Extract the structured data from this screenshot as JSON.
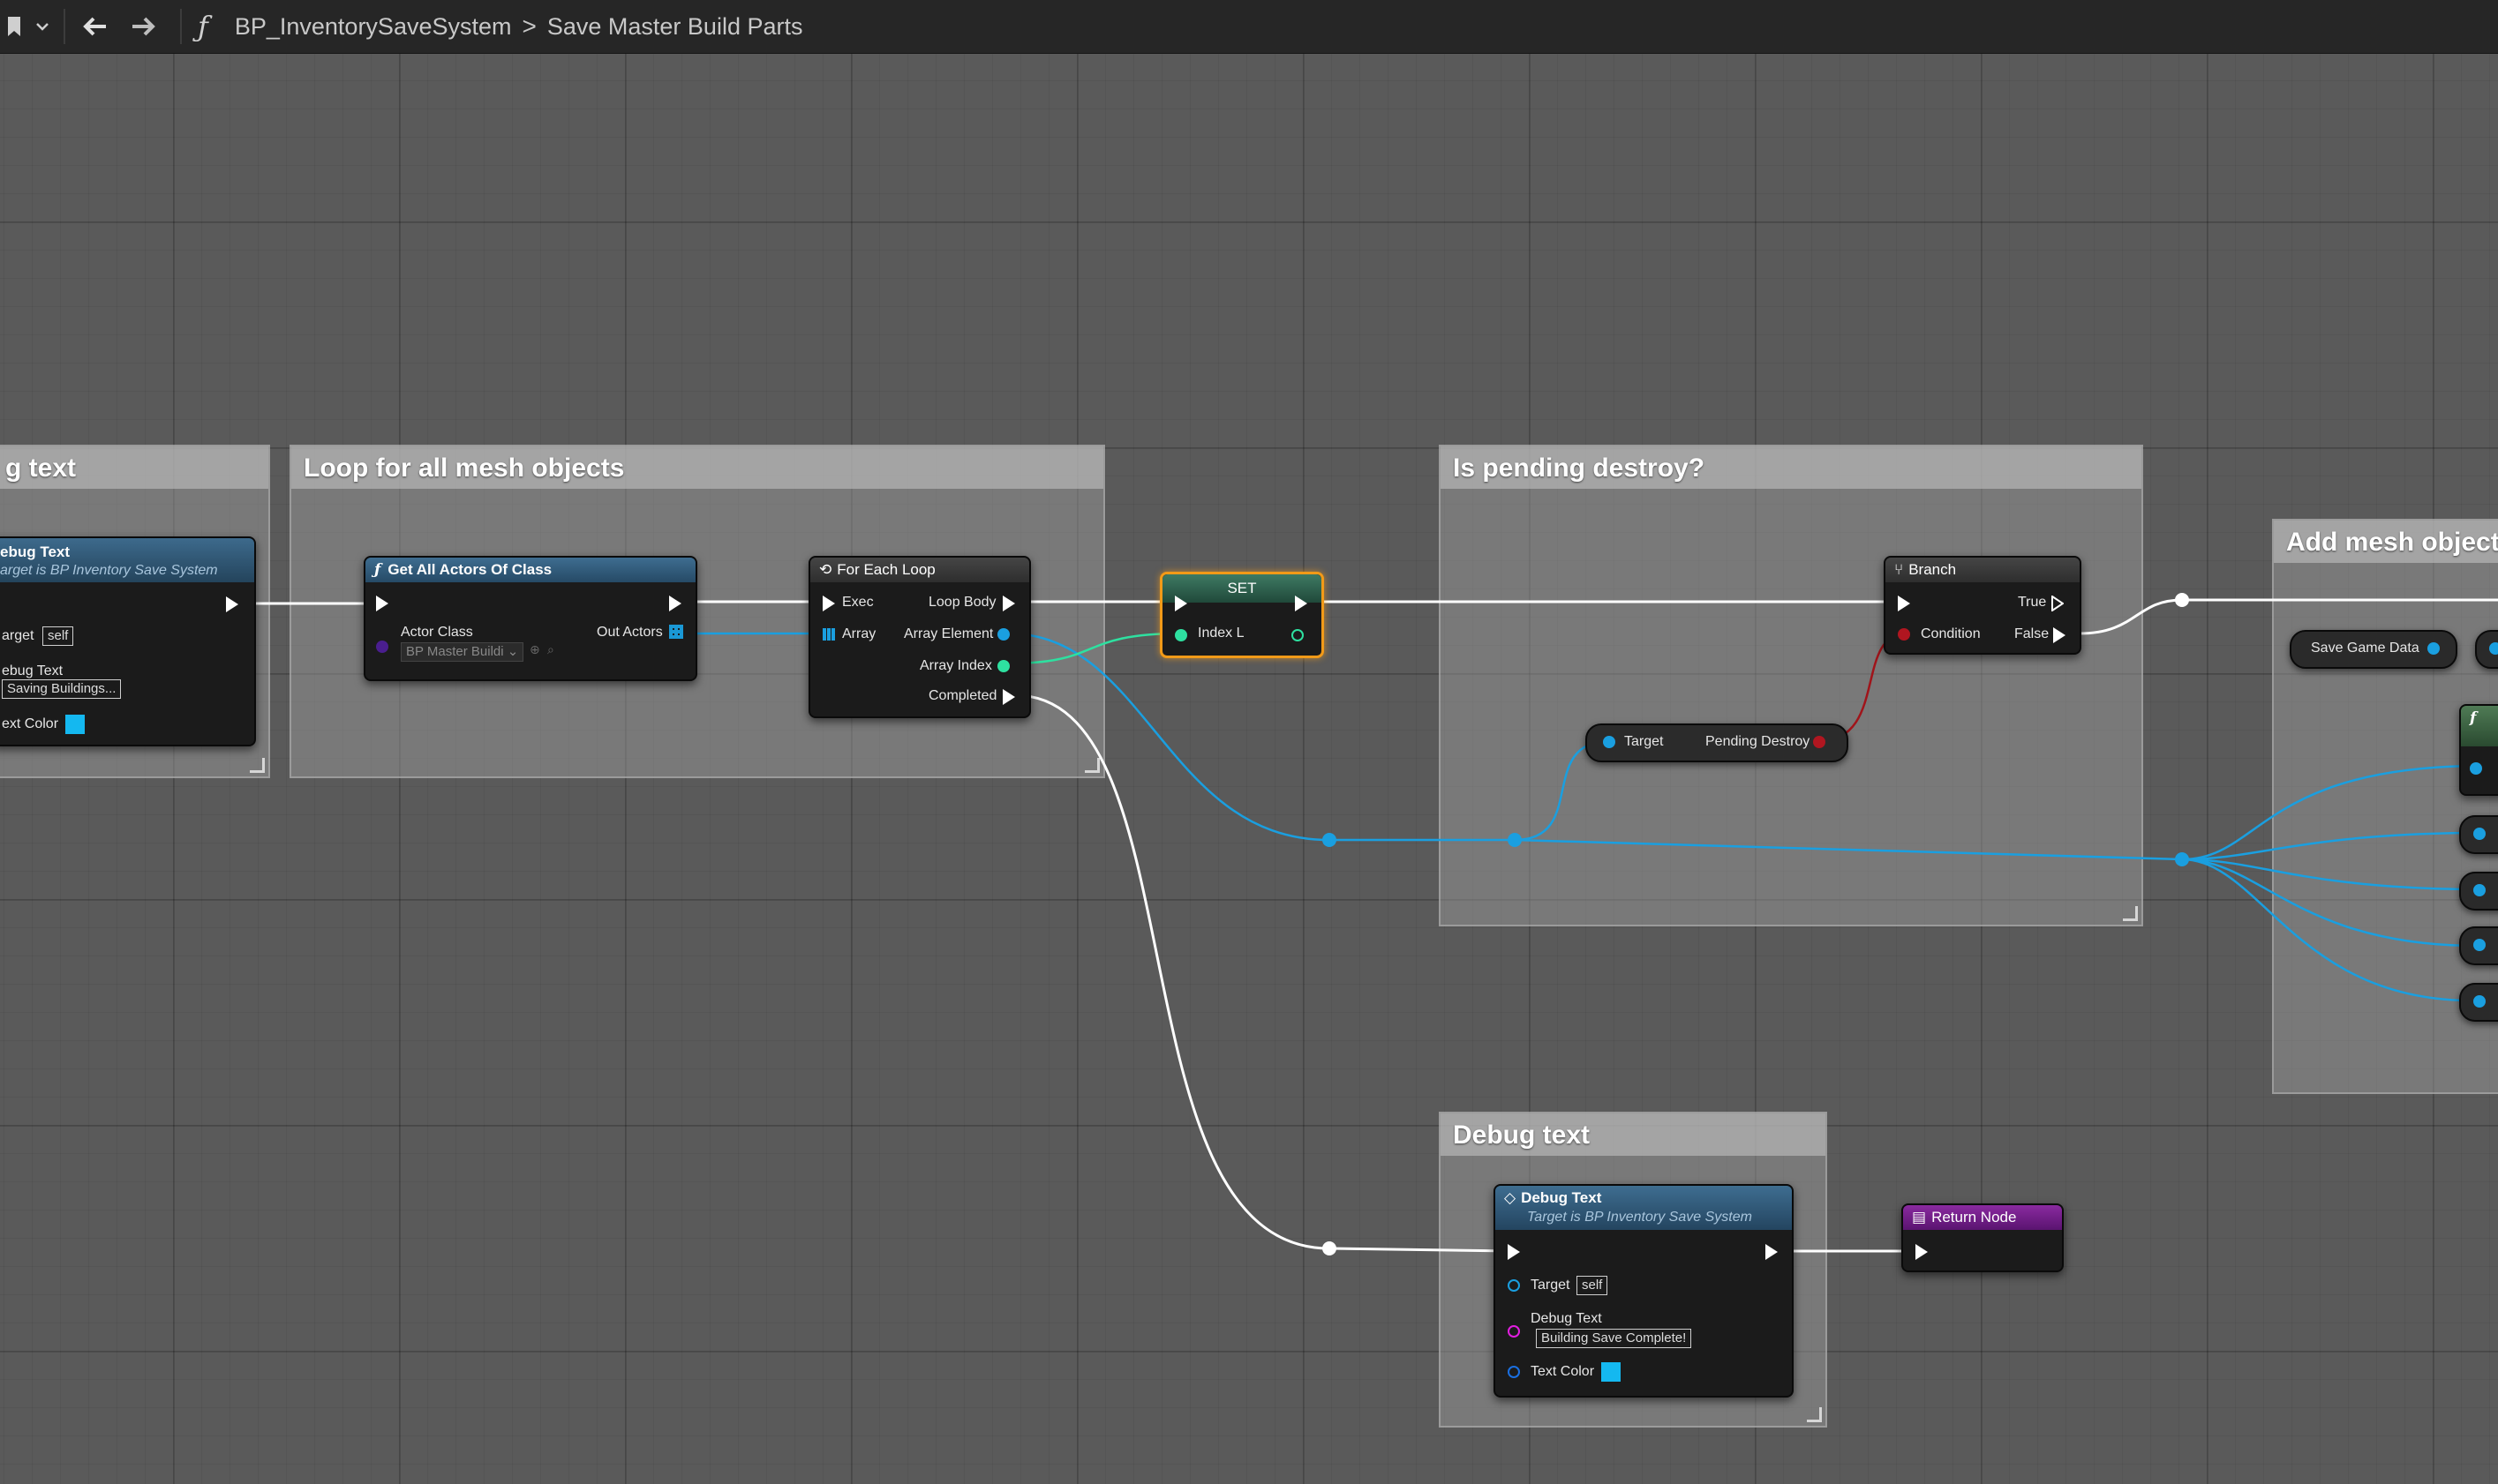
{
  "toolbar": {
    "breadcrumb_function_icon": "function-icon",
    "breadcrumb_blueprint": "BP_InventorySaveSystem",
    "breadcrumb_separator": ">",
    "breadcrumb_function": "Save Master Build Parts"
  },
  "comments": {
    "debug_text_left": "g text",
    "loop_mesh": "Loop for all mesh objects",
    "pending_destroy": "Is pending destroy?",
    "add_mesh": "Add mesh object",
    "debug_text_bottom": "Debug text"
  },
  "nodes": {
    "debug_left": {
      "title": "ebug Text",
      "subtitle": "arget is BP Inventory Save System",
      "target_label": "arget",
      "target_value": "self",
      "text_label": "ebug Text",
      "text_value": "Saving Buildings...",
      "color_label": "ext Color"
    },
    "get_all_actors": {
      "title": "Get All Actors Of Class",
      "actor_class_label": "Actor Class",
      "actor_class_value": "BP Master Buildi",
      "out_actors_label": "Out Actors"
    },
    "for_each": {
      "title": "For Each Loop",
      "exec_label": "Exec",
      "array_label": "Array",
      "loop_body_label": "Loop Body",
      "array_element_label": "Array Element",
      "array_index_label": "Array Index",
      "completed_label": "Completed"
    },
    "set": {
      "title": "SET",
      "index_label": "Index L"
    },
    "pending_destroy": {
      "target_label": "Target",
      "pending_label": "Pending Destroy"
    },
    "branch": {
      "title": "Branch",
      "true_label": "True",
      "condition_label": "Condition",
      "false_label": "False"
    },
    "save_game_data": {
      "label": "Save Game Data"
    },
    "debug_bottom": {
      "title": "Debug Text",
      "subtitle": "Target is BP Inventory Save System",
      "target_label": "Target",
      "target_value": "self",
      "text_label": "Debug Text",
      "text_value": "Building Save Complete!",
      "color_label": "Text Color"
    },
    "return_node": {
      "title": "Return Node"
    },
    "partial_func": {
      "title": "f"
    }
  },
  "colors": {
    "exec_wire": "#ffffff",
    "object_wire": "#1a9fe0",
    "int_wire": "#2ee0a0",
    "bool_wire": "#a0141a",
    "string_pin": "#e21ee0",
    "func_header": "#2b5676",
    "macro_header": "#3a3a3a",
    "set_header": "#2f6a55",
    "return_header": "#7a1e8f",
    "swatch": "#14b8f0"
  }
}
